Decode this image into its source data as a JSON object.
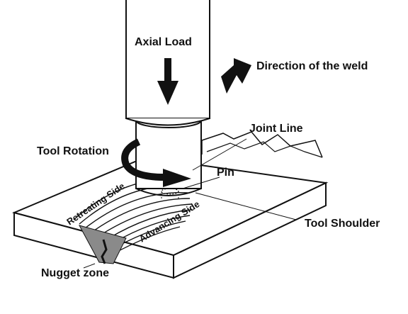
{
  "labels": {
    "axial_load": "Axial Load",
    "direction_of_weld": "Direction of the weld",
    "joint_line": "Joint Line",
    "tool_rotation": "Tool Rotation",
    "pin": "Pin",
    "retreating_side": "Retreating Side",
    "advancing_side": "Advancing Side",
    "tool_shoulder": "Tool Shoulder",
    "nugget_zone": "Nugget zone"
  },
  "colors": {
    "ink": "#111111",
    "background": "#ffffff",
    "nugget": "#7a7a7a",
    "tool_fill": "#ffffff"
  },
  "icons": {
    "axial_load_arrow": "down-arrow-icon",
    "weld_direction_arrow": "diagonal-right-arrow-icon",
    "rotation_arrow": "curved-rotation-arrow-icon"
  }
}
